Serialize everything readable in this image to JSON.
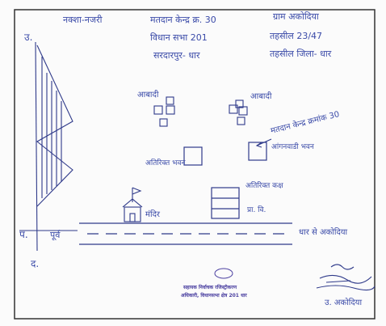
{
  "header": {
    "left_title": "नक्शा-नजरी",
    "center_line1": "मतदान केन्द्र क्र. 30",
    "center_line2": "विधान सभा 201",
    "center_line3": "सरदारपुर- धार",
    "right_line1": "ग्राम अकोदिया",
    "right_line2": "तहसील 23/47",
    "right_line3": "तहसील जिला- धार"
  },
  "compass": {
    "north": "उ.",
    "west": "प.",
    "east": "पूर्व",
    "south": "द."
  },
  "map_labels": {
    "residential_left": "आबादी",
    "residential_right": "आबादी",
    "booth_arrow": "मतदान केन्द्र क्रमांक 30",
    "extra_room": "अतिरिक्त भवन",
    "anganwadi": "आंगनवाडी भवन",
    "extra_room_2": "अतिरिक्त कक्ष",
    "primary_school": "प्रा. वि.",
    "temple": "मंदिर",
    "road": "धार से अकोदिया"
  },
  "stamp": {
    "line1": "सहायक निर्वाचक रजिस्ट्रीकरण",
    "line2": "अधिकारी, विधानसभा क्षेत्र 201 धार"
  },
  "signature": {
    "place": "उ. अकोदिया"
  },
  "colors": {
    "ink": "#3a4aa8",
    "paper": "#fbfbfb",
    "stamp_ink": "#4a3fa0"
  }
}
